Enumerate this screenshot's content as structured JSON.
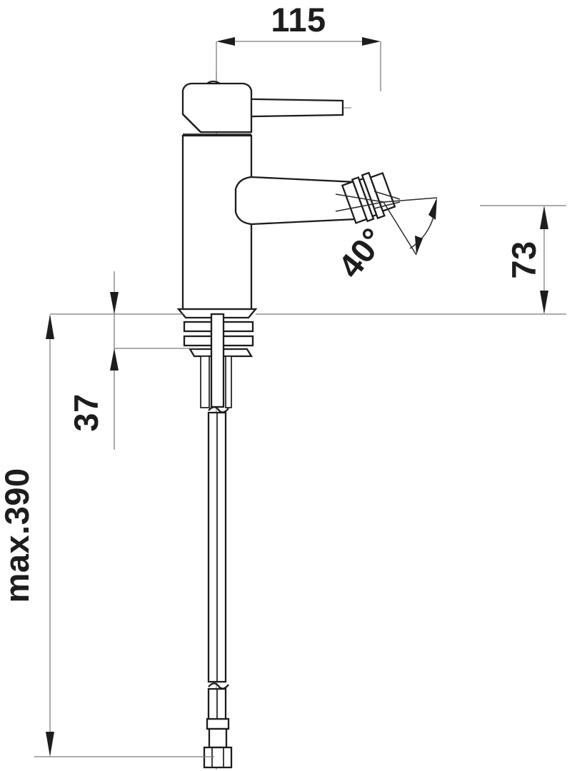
{
  "drawing": {
    "type": "technical-dimension-drawing",
    "subject": "single-lever bidet mixer tap with flexible supply hose",
    "units": "mm",
    "view": "side elevation",
    "background_color": "#ffffff",
    "line_color": "#1d1d1d",
    "dimension_line_color": "#7a7a7a"
  },
  "dimensions": {
    "spout_reach": {
      "label": "115",
      "orientation": "horizontal",
      "position": "top",
      "value": 115
    },
    "spout_height": {
      "label": "73",
      "orientation": "vertical",
      "position": "right",
      "value": 73
    },
    "shank_length": {
      "label": "37",
      "orientation": "vertical",
      "position": "left-inner",
      "value": 37
    },
    "overall_hose_length": {
      "label": "max.390",
      "orientation": "vertical",
      "position": "far-left",
      "value": 390
    },
    "aerator_angle": {
      "label": "40°",
      "orientation": "angled",
      "position": "spout-outlet",
      "value": 40
    }
  },
  "annotations": {
    "centerline_body": "vertical centerline through mixer body",
    "centerline_spout": "horizontal centerline through spout",
    "centerline_handle": "horizontal centerline through lever handle",
    "break_symbol": "hose break line"
  }
}
